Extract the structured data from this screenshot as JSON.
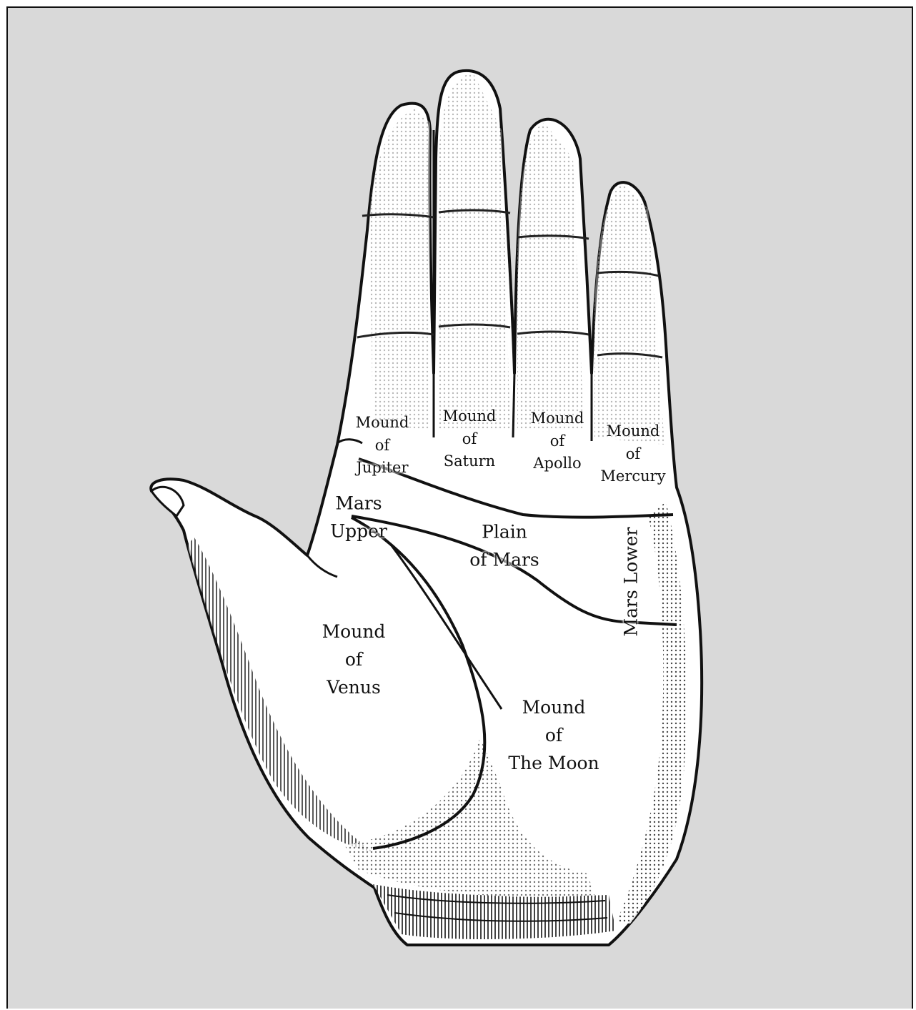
{
  "diagram": {
    "labels": {
      "jupiter": "Mound\nof\nJupiter",
      "saturn": "Mound\nof\nSaturn",
      "apollo": "Mound\nof\nApollo",
      "mercury": "Mound\nof\nMercury",
      "mars_upper": "Mars\nUpper",
      "plain_of_mars": "Plain\nof Mars",
      "mars_lower": "Mars Lower",
      "venus": "Mound\nof\nVenus",
      "moon": "Mound\nof\nThe Moon"
    },
    "colors": {
      "background": "#d9d9d9",
      "ink": "#111111",
      "palm": "#ffffff"
    }
  }
}
